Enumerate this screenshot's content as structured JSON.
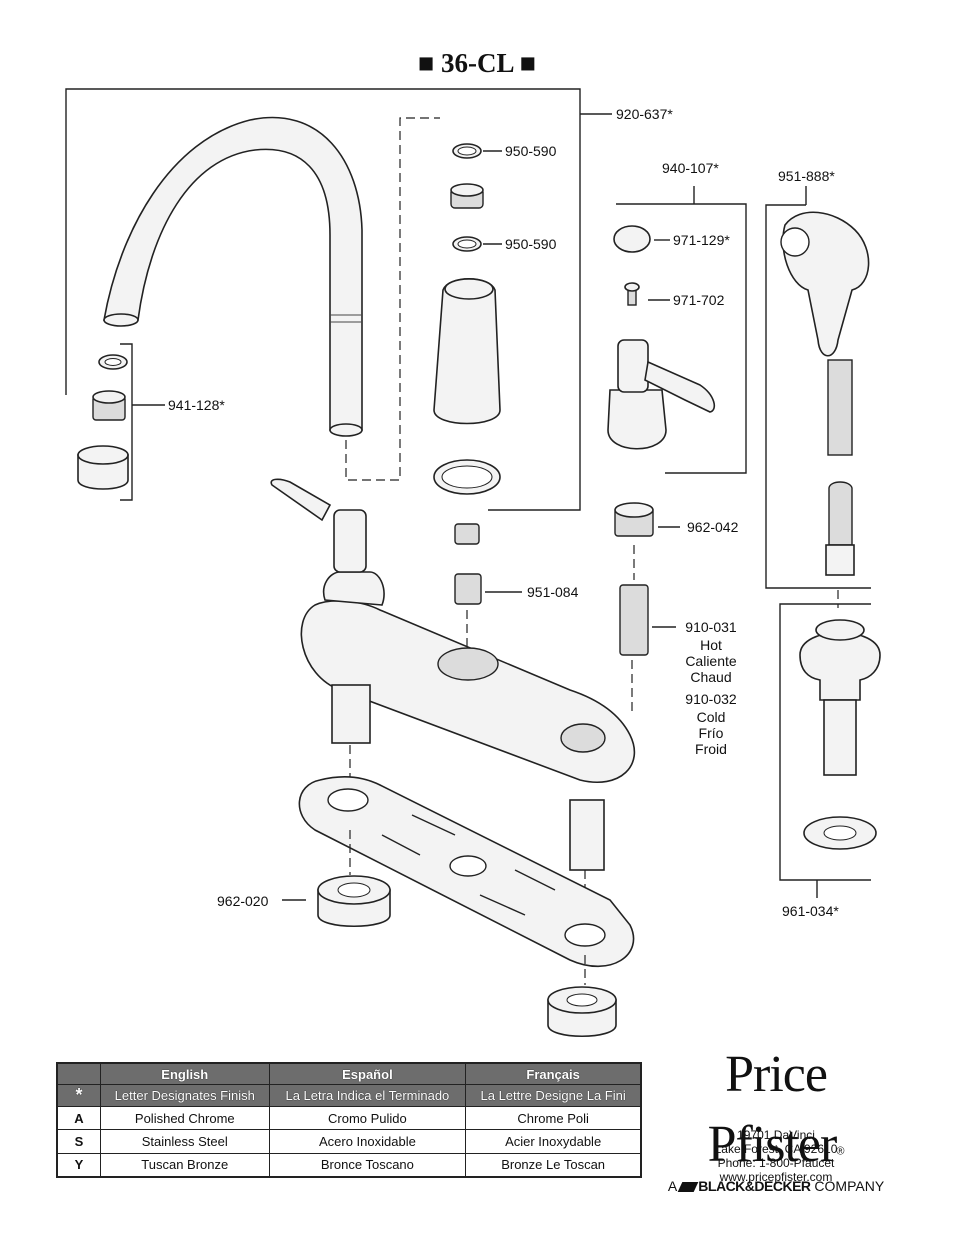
{
  "model": {
    "title": "■ 36-CL ■"
  },
  "parts": [
    {
      "number": "920-637*"
    },
    {
      "number": "950-590"
    },
    {
      "number": "950-590"
    },
    {
      "number": "940-107*"
    },
    {
      "number": "951-888*"
    },
    {
      "number": "971-129*"
    },
    {
      "number": "971-702"
    },
    {
      "number": "941-128*"
    },
    {
      "number": "962-042"
    },
    {
      "number": "951-084"
    },
    {
      "number": "910-031",
      "lines": [
        "Hot",
        "Caliente",
        "Chaud"
      ]
    },
    {
      "number": "910-032",
      "lines": [
        "Cold",
        "Frío",
        "Froid"
      ]
    },
    {
      "number": "962-020"
    },
    {
      "number": "961-034*"
    }
  ],
  "finish_table": {
    "headers": [
      "",
      "English",
      "Español",
      "Français"
    ],
    "rows": [
      {
        "code": "*",
        "english": "Letter Designates Finish",
        "espanol": "La Letra Indica el Terminado",
        "francais": "La Lettre Designe La Fini"
      },
      {
        "code": "A",
        "english": "Polished Chrome",
        "espanol": "Cromo Pulido",
        "francais": "Chrome Poli"
      },
      {
        "code": "S",
        "english": "Stainless Steel",
        "espanol": "Acero Inoxidable",
        "francais": "Acier Inoxydable"
      },
      {
        "code": "Y",
        "english": "Tuscan Bronze",
        "espanol": "Bronce Toscano",
        "francais": "Bronze Le Toscan"
      }
    ]
  },
  "brand": {
    "name": "Price Pfister",
    "mark": "®",
    "address_lines": [
      "19701 DaVinci",
      "Lake Forest, CA 92610",
      "Phone: 1-800-Pfaucet",
      "www.pricepfister.com"
    ],
    "company_prefix": "A",
    "company_name": "BLACK&DECKER",
    "company_suffix": "COMPANY"
  }
}
